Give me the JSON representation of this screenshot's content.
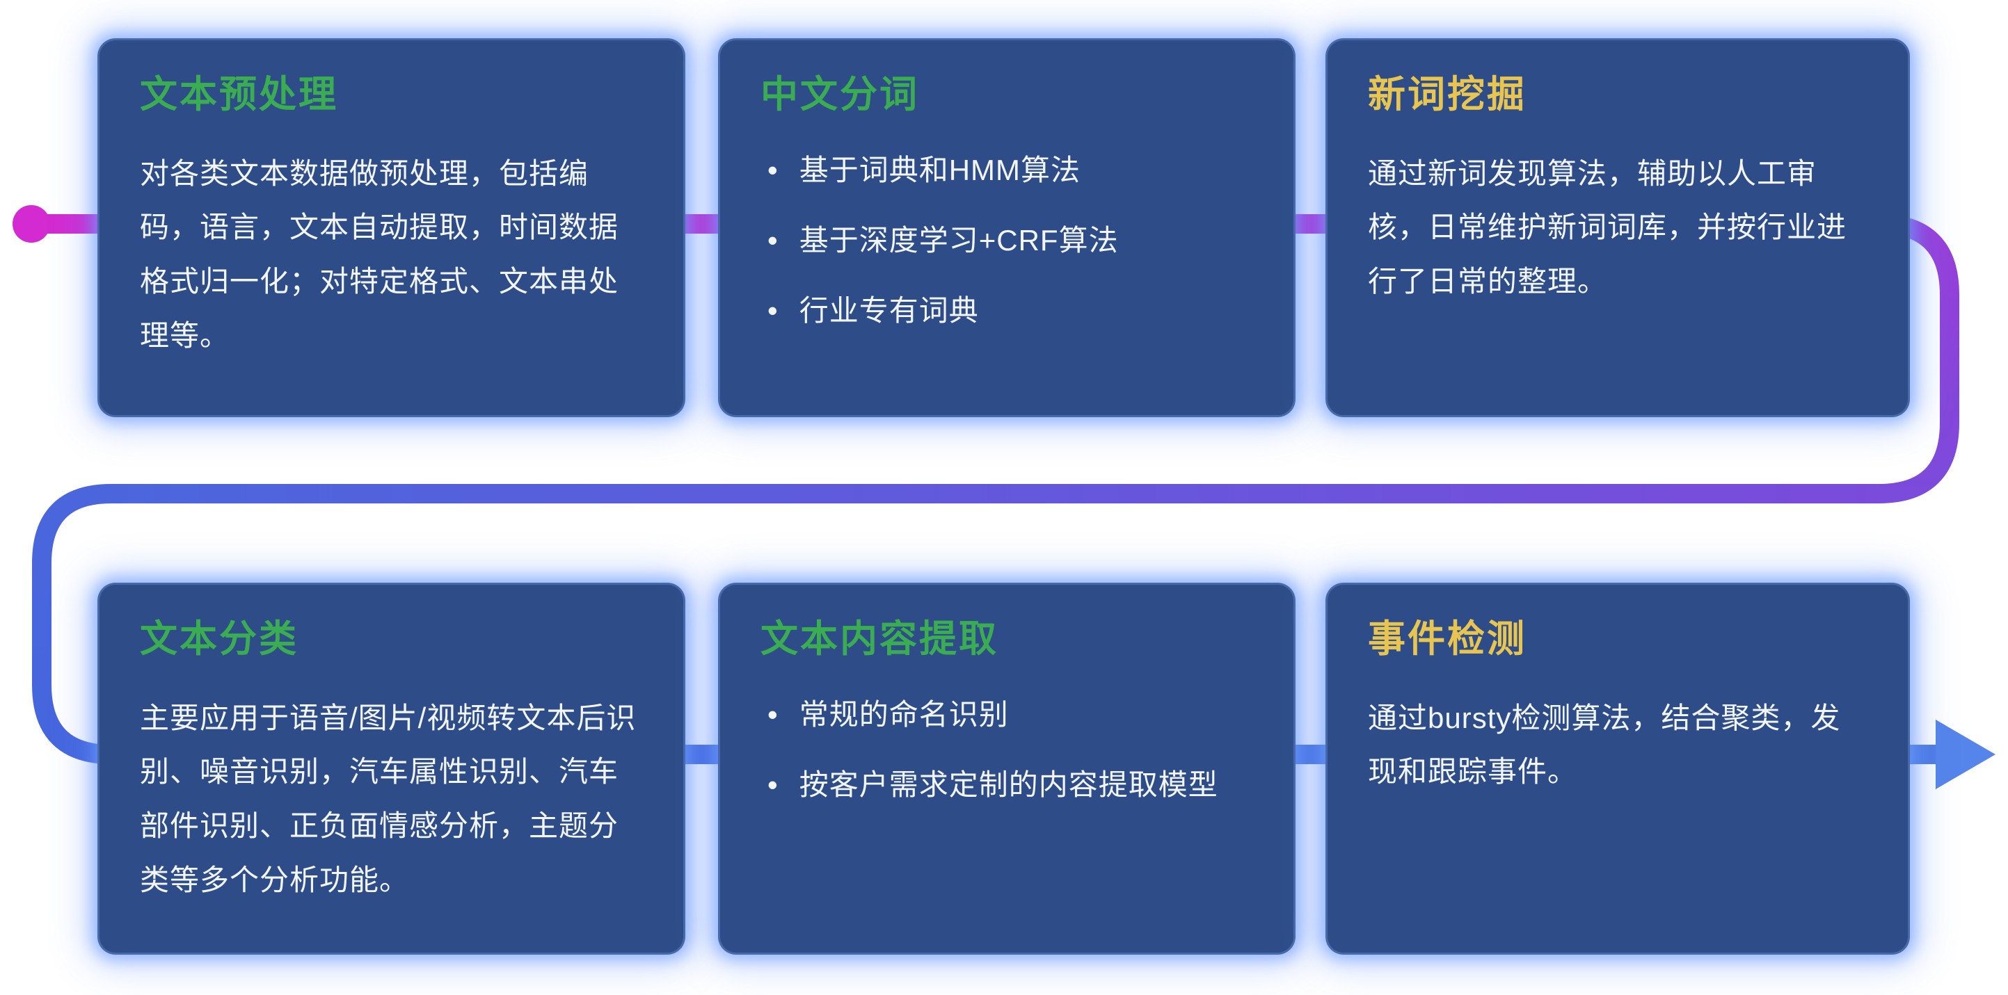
{
  "ui": {
    "bullet_char": "•"
  },
  "flow": {
    "start_dot_color": "#d32bd1",
    "segment_colors": {
      "magenta": "#d32bd1",
      "violet": "#9a3ed9",
      "purple": "#7b4bdb",
      "blue": "#4566de",
      "arrow_blue": "#5584ea"
    }
  },
  "colors": {
    "card_background": "#2e4d88",
    "card_glow": "#6c9eff",
    "body_text": "#f2f6fb",
    "title_green": "#3aad52",
    "title_yellow": "#e8c551"
  },
  "cards": [
    {
      "id": "text-preprocessing",
      "title": "文本预处理",
      "title_color": "#3aad52",
      "body": "对各类文本数据做预处理，包括编码，语言，文本自动提取，时间数据格式归一化；对特定格式、文本串处理等。",
      "bullets": []
    },
    {
      "id": "chinese-word-segmentation",
      "title": "中文分词",
      "title_color": "#3aad52",
      "body": "",
      "bullets": [
        "基于词典和HMM算法",
        "基于深度学习+CRF算法",
        "行业专有词典"
      ]
    },
    {
      "id": "new-word-mining",
      "title": "新词挖掘",
      "title_color": "#e8c551",
      "body": "通过新词发现算法，辅助以人工审核，日常维护新词词库，并按行业进行了日常的整理。",
      "bullets": []
    },
    {
      "id": "text-classification",
      "title": "文本分类",
      "title_color": "#3aad52",
      "body": "主要应用于语音/图片/视频转文本后识别、噪音识别，汽车属性识别、汽车部件识别、正负面情感分析，主题分类等多个分析功能。",
      "bullets": []
    },
    {
      "id": "text-content-extraction",
      "title": "文本内容提取",
      "title_color": "#3aad52",
      "body": "",
      "bullets": [
        "常规的命名识别",
        "按客户需求定制的内容提取模型"
      ]
    },
    {
      "id": "event-detection",
      "title": "事件检测",
      "title_color": "#e8c551",
      "body": "通过bursty检测算法，结合聚类，发现和跟踪事件。",
      "bullets": []
    }
  ]
}
